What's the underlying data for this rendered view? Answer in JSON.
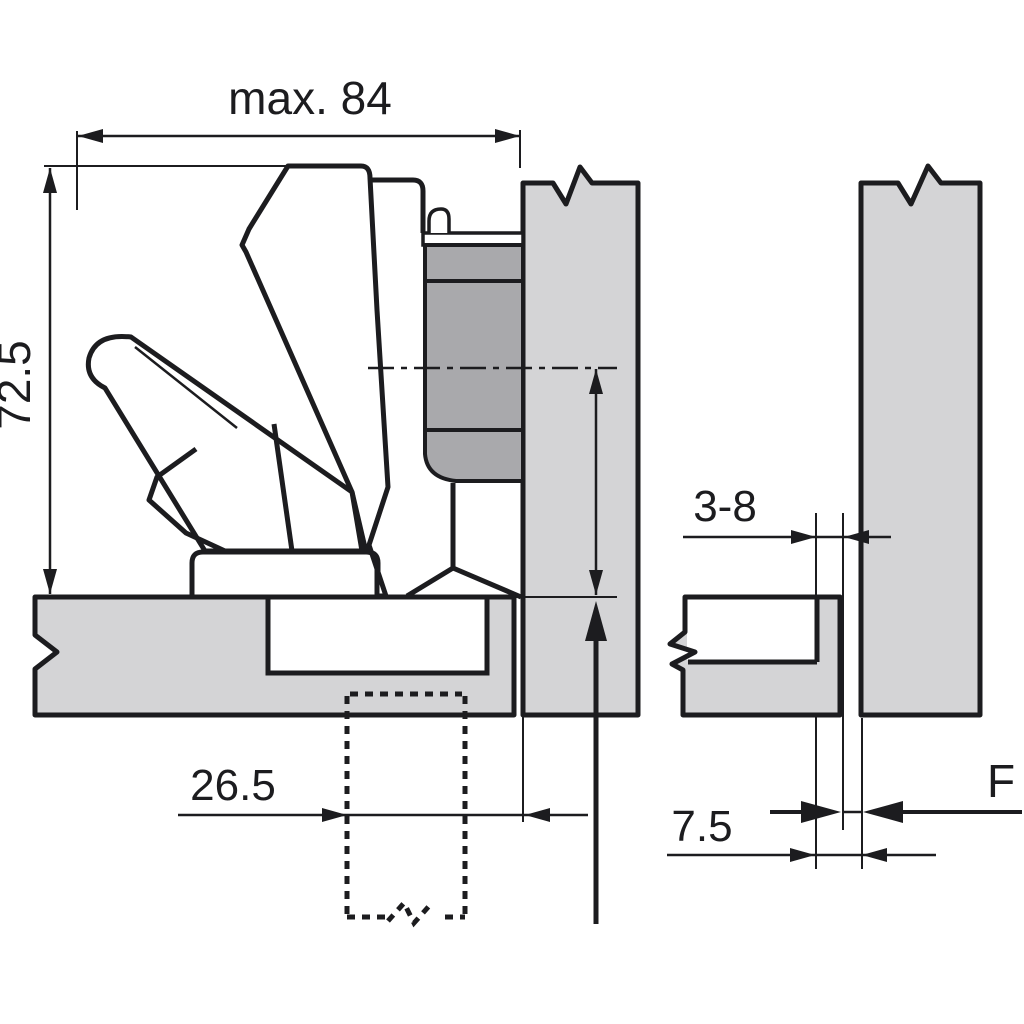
{
  "colors": {
    "panel_fill": "#d4d4d6",
    "plate_fill": "#a9a9ac",
    "line": "#1c1c1f",
    "background": "#ffffff"
  },
  "dimensions": {
    "max_width": "max. 84",
    "overall_height": "72.5",
    "bore_distance": "26.5",
    "door_gap_range": "3-8",
    "plate_offset": "7.5",
    "reveal_label": "F"
  }
}
